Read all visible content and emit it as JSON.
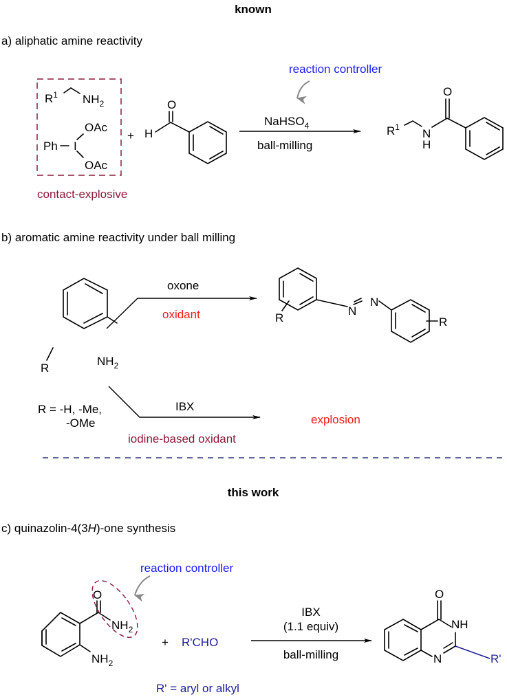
{
  "headings": {
    "known": "known",
    "this_work": "this work"
  },
  "section_a": {
    "title": "a) aliphatic amine reactivity",
    "reagent_box": {
      "amine_R": "R",
      "amine_R_sup": "1",
      "amine_NH": "NH",
      "amine_NH_sub": "2",
      "iodine_Ph": "Ph",
      "iodine_I": "I",
      "iodine_OAc_top": "OAc",
      "iodine_OAc_bottom": "OAc",
      "caption": "contact-explosive"
    },
    "plus": "+",
    "aldehyde_O": "O",
    "aldehyde_H": "H",
    "controller_label": "reaction controller",
    "reagent_above_main": "NaHSO",
    "reagent_above_sub": "4",
    "condition_below": "ball-milling",
    "product": {
      "R": "R",
      "R_sup": "1",
      "N": "N",
      "H": "H",
      "O": "O"
    }
  },
  "section_b": {
    "title": "b) aromatic amine reactivity under ball milling",
    "substrate": {
      "R": "R",
      "NH": "NH",
      "NH_sub": "2",
      "r_def_line1": "R = -H, -Me,",
      "r_def_line2": "-OMe"
    },
    "upper_path": {
      "reagent": "oxone",
      "note": "oxidant",
      "product": {
        "N1": "N",
        "N2": "N",
        "R_left": "R",
        "R_right": "R"
      }
    },
    "lower_path": {
      "reagent": "IBX",
      "note": "iodine-based oxidant",
      "outcome": "explosion"
    }
  },
  "section_c": {
    "title_prefix": "c) quinazolin-4(3",
    "title_italic": "H",
    "title_suffix": ")-one synthesis",
    "controller_label": "reaction controller",
    "substrate": {
      "O": "O",
      "NH_amide": "NH",
      "NH_amide_sub": "2",
      "NH_amine": "NH",
      "NH_amine_sub": "2"
    },
    "plus": "+",
    "aldehyde": "R'CHO",
    "r_def": "R' = aryl or alkyl",
    "reagent_line1": "IBX",
    "reagent_line2": "(1.1 equiv)",
    "condition_below": "ball-milling",
    "product": {
      "O": "O",
      "NH": "NH",
      "N": "N",
      "R": "R'"
    }
  },
  "colors": {
    "controller_blue": "#1a1aff",
    "rprime_navy": "#1f1f99",
    "warning_red": "#ff1a1a",
    "hazard_maroon": "#8b1a3a",
    "arrow_gray": "#888888",
    "divider_navy": "#2b3a7a"
  }
}
